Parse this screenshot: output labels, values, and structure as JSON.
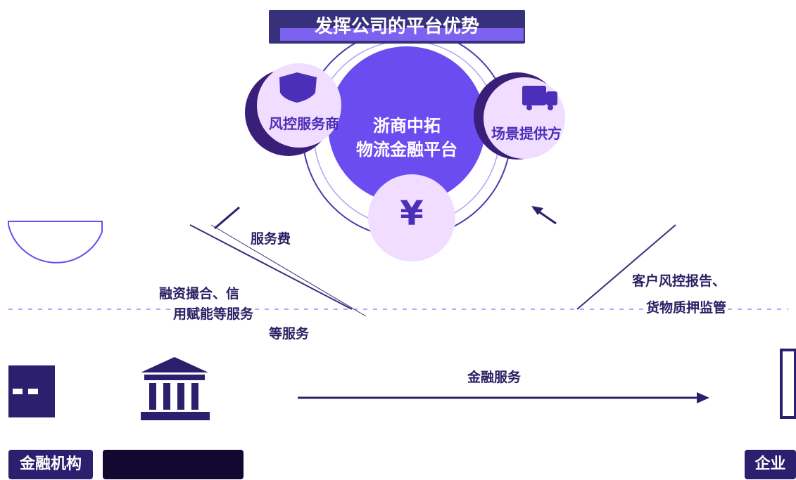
{
  "title": "发挥公司的平台优势",
  "center": {
    "line1": "浙商中拓",
    "line2": "物流金融平台"
  },
  "circles": {
    "risk": "风控服务商",
    "scene": "场景提供方"
  },
  "labels": {
    "service_fee": "服务费",
    "financing": "融资撮合、信",
    "financing2": "用赋能等服务",
    "financing3": "等服务",
    "risk_report": "客户风控报告、",
    "supervision": "货物质押监管",
    "finance_service": "金融服务"
  },
  "bottom": {
    "institution": "金融机构",
    "enterprise": "企业"
  },
  "colors": {
    "primary": "#6a4cf0",
    "dark": "#2c1f6e",
    "light": "#f1ddff"
  },
  "icons": [
    "shield-icon",
    "truck-icon",
    "yen-icon",
    "bank-icon",
    "factory-icon",
    "building-icon"
  ]
}
